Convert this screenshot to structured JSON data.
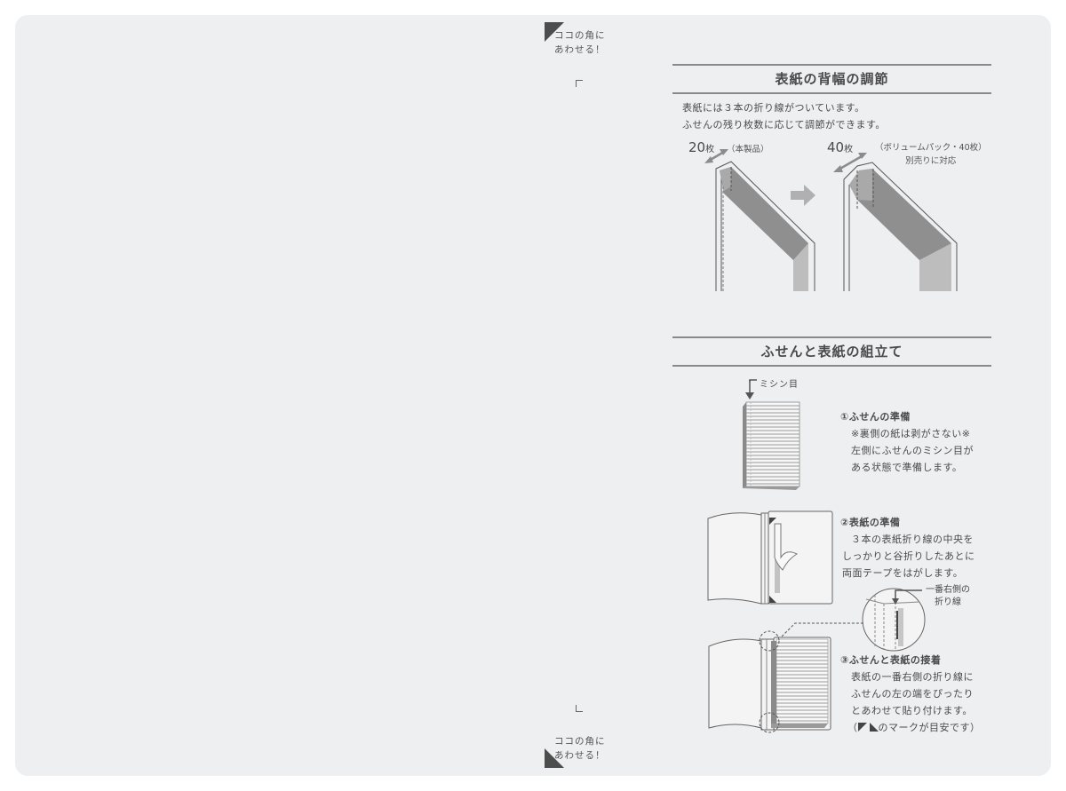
{
  "page": {
    "background": "#eeeff1",
    "accent_gray": "#555555"
  },
  "corner_marks": {
    "top": {
      "line1": "ココの角に",
      "line2": "あわせる！"
    },
    "bottom": {
      "line1": "ココの角に",
      "line2": "あわせる！"
    }
  },
  "section1": {
    "title": "表紙の背幅の調節",
    "lines": [
      "表紙には３本の折り線がついています。",
      "ふせんの残り枚数に応じて調節ができます。"
    ],
    "left_diagram": {
      "count": "20",
      "unit": "枚",
      "note": "（本製品）"
    },
    "right_diagram": {
      "count": "40",
      "unit": "枚",
      "note_line1": "（ボリュームパック・40枚）",
      "note_line2": "別売りに対応"
    }
  },
  "section2": {
    "title": "ふせんと表紙の組立て",
    "perforation_label": "ミシン目",
    "fold_label_line1": "一番右側の",
    "fold_label_line2": "折り線",
    "steps": [
      {
        "title": "①ふせんの準備",
        "lines": [
          "※裏側の紙は剥がさない※",
          "左側にふせんのミシン目が",
          "ある状態で準備します。"
        ]
      },
      {
        "title": "②表紙の準備",
        "lines": [
          "３本の表紙折り線の中央を",
          "しっかりと谷折りしたあとに",
          "両面テープをはがします。"
        ]
      },
      {
        "title": "③ふせんと表紙の接着",
        "lines": [
          "表紙の一番右側の折り線に",
          "ふせんの左の端をぴったり",
          "とあわせて貼り付けます。"
        ],
        "note_prefix": "（",
        "note_suffix": "のマークが目安です）"
      }
    ]
  }
}
